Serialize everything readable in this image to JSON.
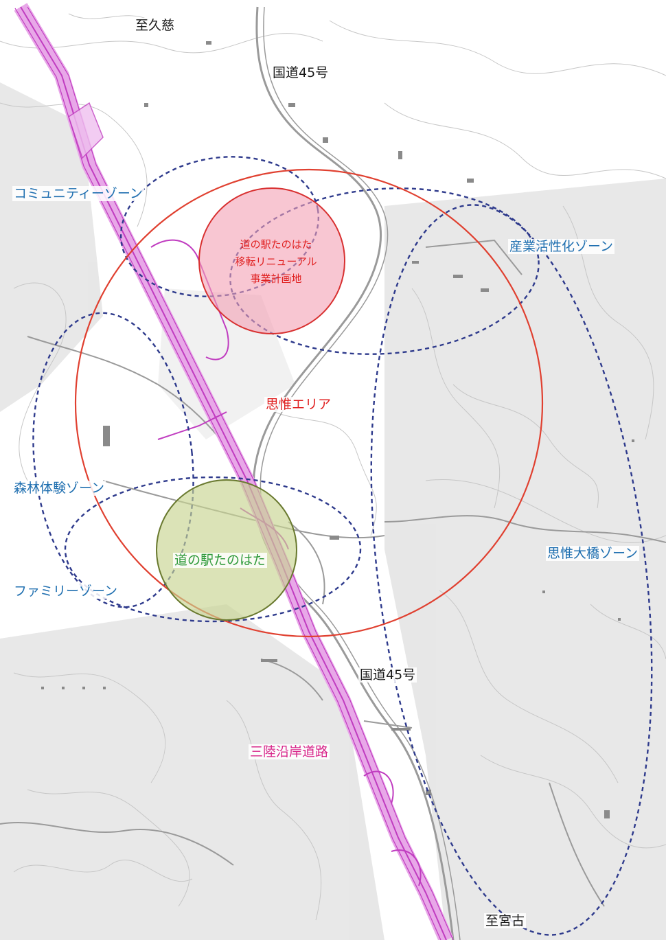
{
  "labels": {
    "to_kuji": "至久慈",
    "route45_north": "国道45号",
    "route45_south": "国道45号",
    "to_miyako": "至宮古",
    "community_zone": "コミュニティーゾーン",
    "industry_zone": "産業活性化ゾーン",
    "forest_zone": "森林体験ゾーン",
    "family_zone": "ファミリーゾーン",
    "shii_bridge_zone": "思惟大橋ゾーン",
    "shii_area": "思惟エリア",
    "michinoeki": "道の駅たのはた",
    "relocation_line1": "道の駅たのはた",
    "relocation_line2": "移転リニューアル",
    "relocation_line3": "事業計画地",
    "sanriku_road": "三陸沿岸道路"
  },
  "colors": {
    "background": "#ffffff",
    "terrain_shade": "#dcdcdc",
    "contour": "#c4c4c4",
    "road": "#9a9a9a",
    "expressway": "#c03cc0",
    "expressway_fill": "#e8a8e8",
    "zone_dash": "#2e3a8c",
    "area_circle": "#e04030",
    "relocation_fill": "#f4a0b4",
    "station_fill": "#c8d490",
    "station_stroke": "#6a7a30",
    "label_blue": "#1f6fb0",
    "label_red": "#e02020",
    "label_green": "#2f9a3a",
    "label_magenta": "#d8248a"
  }
}
